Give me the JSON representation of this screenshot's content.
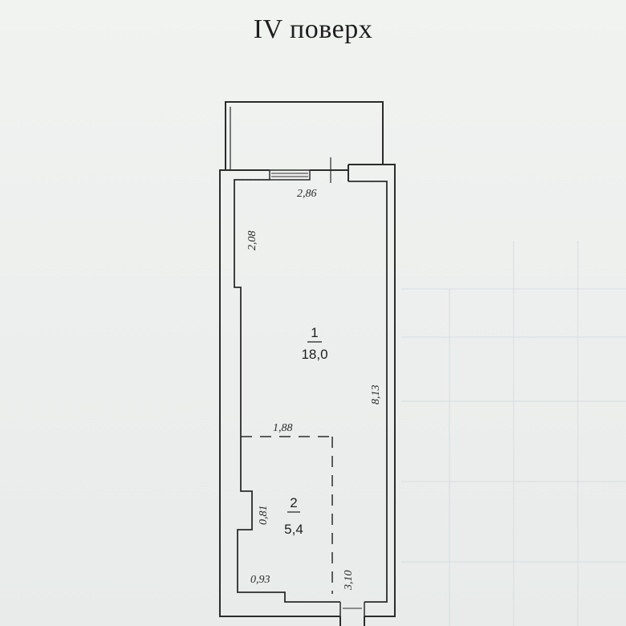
{
  "title": "IV поверх",
  "rooms": [
    {
      "number": "1",
      "area": "18,0"
    },
    {
      "number": "2",
      "area": "5,4"
    }
  ],
  "dimensions": {
    "top_width": "2,86",
    "left_upper": "2,08",
    "right_length": "8,13",
    "partition_width": "1,88",
    "niche_depth": "0,81",
    "bottom_left": "0,93",
    "bottom_right": "3,10"
  },
  "colors": {
    "paper": "#eef1ee",
    "line": "#2b2b2b",
    "grid": "#c9d3d6"
  }
}
